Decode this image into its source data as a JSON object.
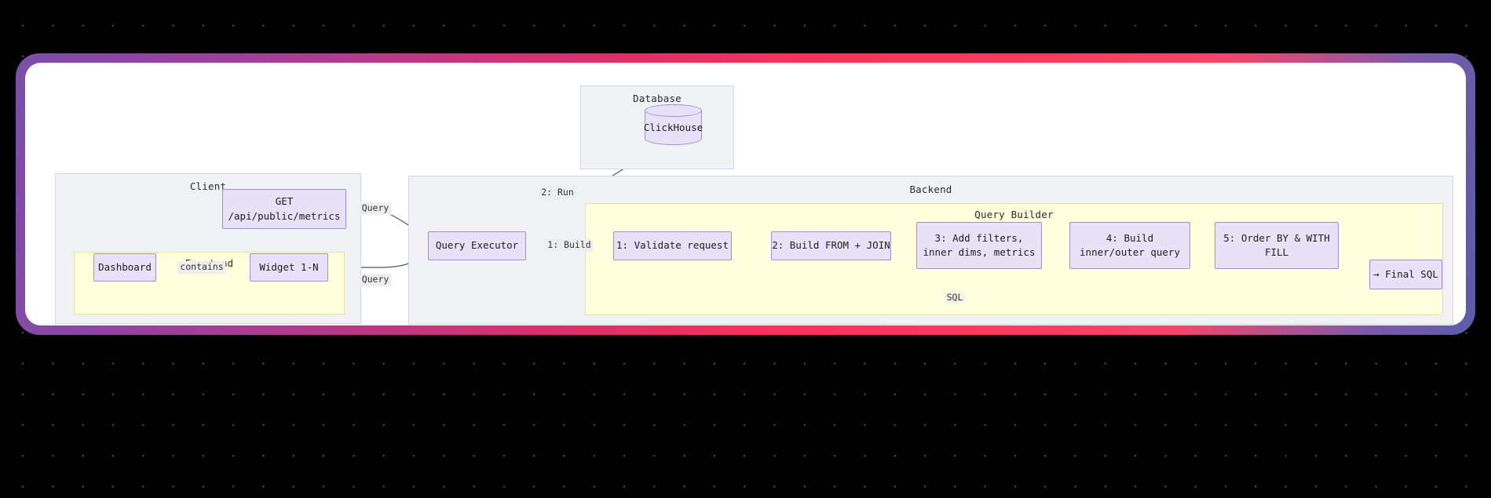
{
  "background": {
    "color": "#000000",
    "dot_color": "#4a4a4a"
  },
  "card": {
    "gradient_start": "#7b4fa8",
    "gradient_mid": "#f6325c",
    "gradient_end": "#5b5ba8",
    "surface": "#ffffff"
  },
  "diagram": {
    "type": "flowchart",
    "subgraphs": [
      {
        "id": "client",
        "label": "Client",
        "style": "plain"
      },
      {
        "id": "frontend",
        "label": "Frontend",
        "style": "yellow"
      },
      {
        "id": "database",
        "label": "Database",
        "style": "plain"
      },
      {
        "id": "backend",
        "label": "Backend",
        "style": "plain"
      },
      {
        "id": "query_builder",
        "label": "Query Builder",
        "style": "yellow"
      }
    ],
    "nodes": [
      {
        "id": "api",
        "lines": [
          "GET",
          "/api/public/metrics"
        ],
        "shape": "rect"
      },
      {
        "id": "dashboard",
        "lines": [
          "Dashboard"
        ],
        "shape": "rect"
      },
      {
        "id": "widget",
        "lines": [
          "Widget 1-N"
        ],
        "shape": "rect"
      },
      {
        "id": "clickhouse",
        "lines": [
          "ClickHouse"
        ],
        "shape": "cylinder"
      },
      {
        "id": "executor",
        "lines": [
          "Query Executor"
        ],
        "shape": "rect"
      },
      {
        "id": "step1",
        "lines": [
          "1: Validate request"
        ],
        "shape": "rect"
      },
      {
        "id": "step2",
        "lines": [
          "2: Build FROM + JOIN"
        ],
        "shape": "rect"
      },
      {
        "id": "step3",
        "lines": [
          "3: Add filters,",
          "inner dims, metrics"
        ],
        "shape": "rect"
      },
      {
        "id": "step4",
        "lines": [
          "4: Build",
          "inner/outer query"
        ],
        "shape": "rect"
      },
      {
        "id": "step5",
        "lines": [
          "5: Order BY & WITH",
          "FILL"
        ],
        "shape": "rect"
      },
      {
        "id": "final",
        "lines": [
          "→ Final SQL"
        ],
        "shape": "rect"
      }
    ],
    "edges": [
      {
        "from": "dashboard",
        "to": "widget",
        "label": "contains"
      },
      {
        "from": "api",
        "to": "executor",
        "label": "Query"
      },
      {
        "from": "widget",
        "to": "executor",
        "label": "Query"
      },
      {
        "from": "executor",
        "to": "clickhouse",
        "label": "2: Run"
      },
      {
        "from": "executor",
        "to": "step1",
        "label": "1: Build"
      },
      {
        "from": "step1",
        "to": "step2",
        "label": ""
      },
      {
        "from": "step2",
        "to": "step3",
        "label": ""
      },
      {
        "from": "step3",
        "to": "step4",
        "label": ""
      },
      {
        "from": "step4",
        "to": "step5",
        "label": ""
      },
      {
        "from": "step5",
        "to": "final",
        "label": ""
      },
      {
        "from": "final",
        "to": "executor",
        "label": "SQL"
      }
    ],
    "node_fill": "#e8e2f8",
    "node_stroke": "#9f8fd6",
    "subgraph_plain_fill": "#f1f2f5",
    "subgraph_yellow_fill": "#ffffdd",
    "edge_stroke": "#4a4a52"
  },
  "labels": {
    "client": "Client",
    "frontend": "Frontend",
    "database": "Database",
    "backend": "Backend",
    "query_builder": "Query Builder",
    "api_line1": "GET",
    "api_line2": "/api/public/metrics",
    "dashboard": "Dashboard",
    "widget": "Widget 1-N",
    "clickhouse": "ClickHouse",
    "executor": "Query Executor",
    "step1": "1: Validate request",
    "step2": "2: Build FROM + JOIN",
    "step3_line1": "3: Add filters,",
    "step3_line2": "inner dims, metrics",
    "step4_line1": "4: Build",
    "step4_line2": "inner/outer query",
    "step5_line1": "5: Order BY & WITH",
    "step5_line2": "FILL",
    "final": "→ Final SQL",
    "edge_contains": "contains",
    "edge_query_api": "Query",
    "edge_query_widget": "Query",
    "edge_run": "2: Run",
    "edge_build": "1: Build",
    "edge_sql": "SQL"
  }
}
